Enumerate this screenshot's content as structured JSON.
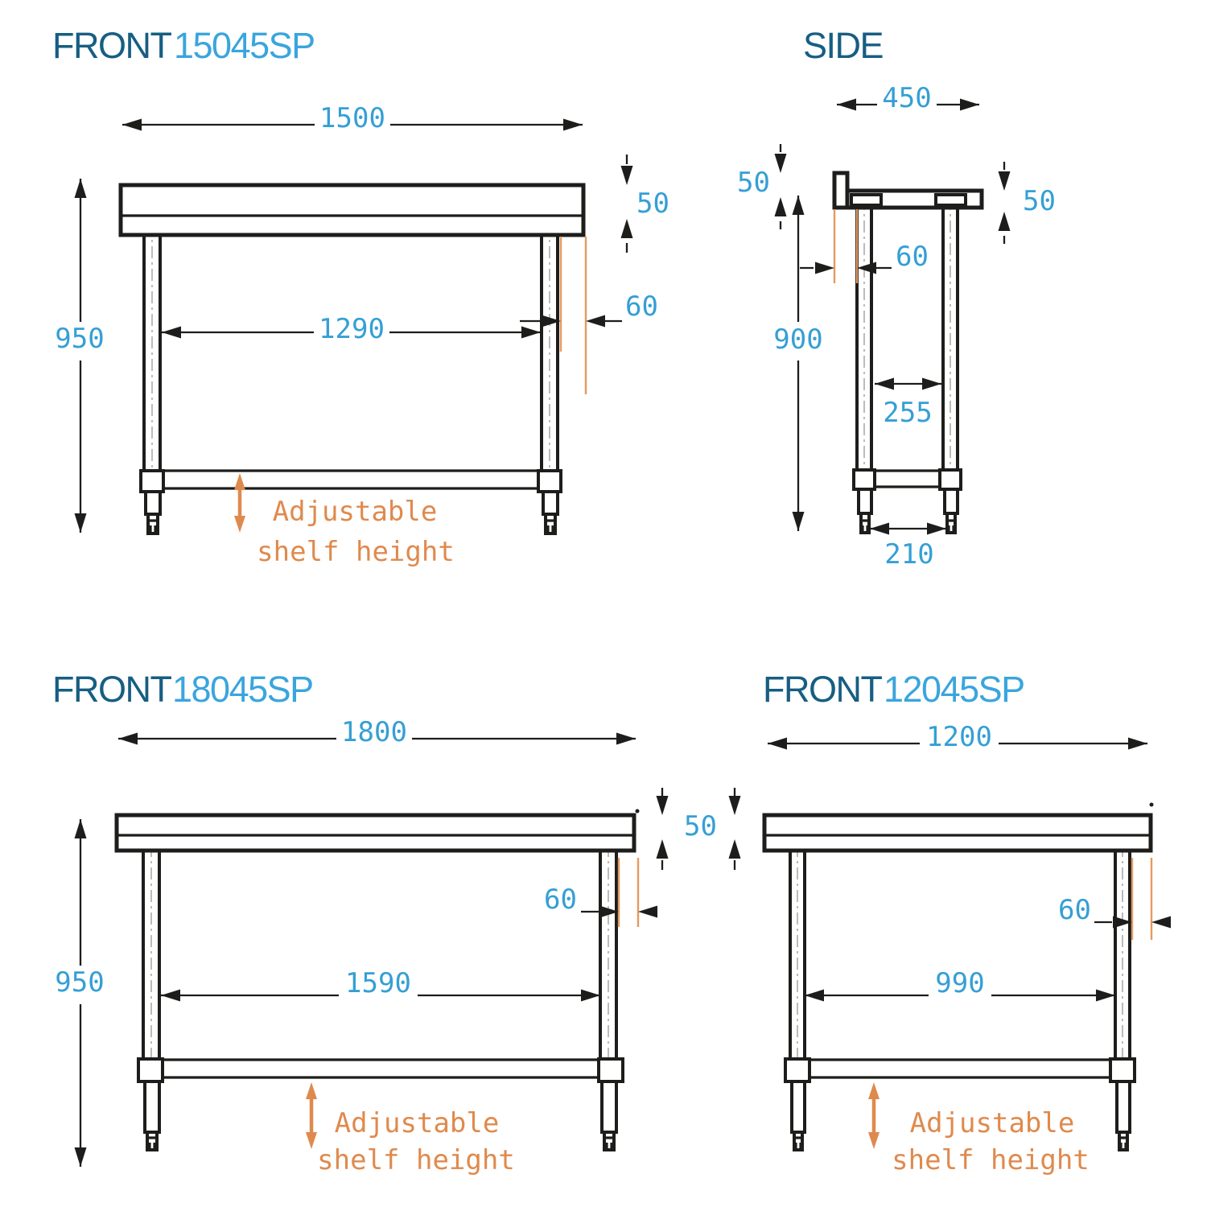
{
  "drawings": {
    "front_15045sp": {
      "title": "FRONT",
      "model": "15045SP",
      "overall_width": "1500",
      "overall_height": "950",
      "leg_span": "1290",
      "top_thickness": "50",
      "leg_inset": "60",
      "note_line1": "Adjustable",
      "note_line2": "shelf height"
    },
    "side": {
      "title": "SIDE",
      "overall_depth": "450",
      "upstand_height": "50",
      "top_thickness": "50",
      "leg_inset": "60",
      "frame_height": "900",
      "leg_spacing": "255",
      "foot_spacing": "210"
    },
    "front_18045sp": {
      "title": "FRONT",
      "model": "18045SP",
      "overall_width": "1800",
      "overall_height": "950",
      "leg_span": "1590",
      "leg_inset": "60",
      "note_line1": "Adjustable",
      "note_line2": "shelf height"
    },
    "front_12045sp": {
      "title": "FRONT",
      "model": "12045SP",
      "overall_width": "1200",
      "leg_span": "990",
      "leg_inset": "60",
      "note_line1": "Adjustable",
      "note_line2": "shelf height"
    },
    "shared_bottom": {
      "top_thickness": "50"
    }
  },
  "colors": {
    "line": "#1d1d1b",
    "centerline": "#b4b4b4",
    "dim_text": "#359fd5",
    "title_text": "#175e82",
    "model_text": "#3aa5dd",
    "orange": "#df8a4d",
    "orange_line": "#e59a5f"
  }
}
